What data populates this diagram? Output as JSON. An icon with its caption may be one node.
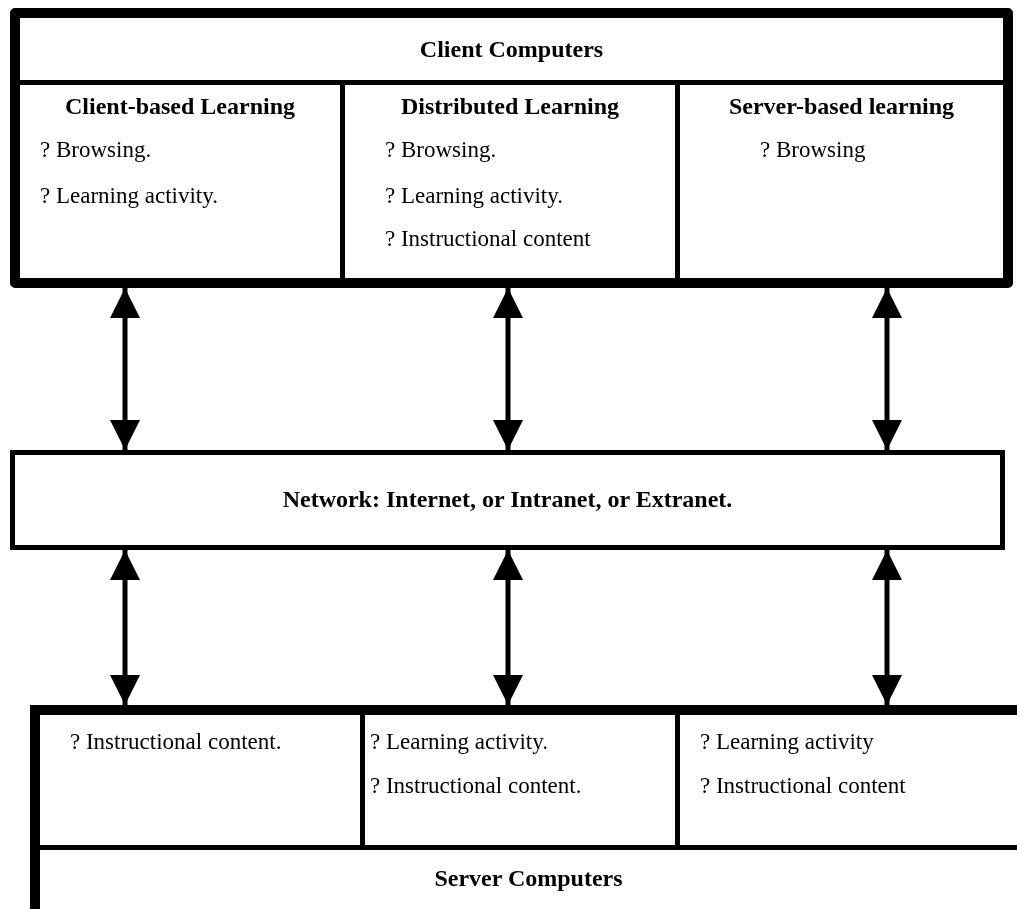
{
  "diagram": {
    "nodes": [
      {
        "text": [
          "Client Computers"
        ]
      },
      {
        "text": [
          "Client-based Learning",
          "? Browsing.",
          "? Learning activity."
        ],
        "in": 0
      },
      {
        "text": [
          "Distributed Learning",
          "? Browsing.",
          "? Learning activity.",
          "? Instructional content"
        ],
        "in": 0
      },
      {
        "text": [
          "Server-based learning",
          "? Browsing"
        ],
        "in": 0
      },
      {
        "text": [
          "Network: Internet, or Intranet, or Extranet."
        ]
      },
      {
        "text": [
          "Server Computers"
        ]
      },
      {
        "text": [
          "? Instructional content."
        ],
        "in": 5
      },
      {
        "text": [
          "? Learning activity.",
          "? Instructional content."
        ],
        "in": 5
      },
      {
        "text": [
          "? Learning activity",
          "? Instructional content"
        ],
        "in": 5
      }
    ],
    "edges": [
      {
        "from": 1,
        "to": 4,
        "arrow": "both"
      },
      {
        "from": 2,
        "to": 4,
        "arrow": "both"
      },
      {
        "from": 3,
        "to": 4,
        "arrow": "both"
      },
      {
        "from": 4,
        "to": 6,
        "arrow": "both"
      },
      {
        "from": 4,
        "to": 7,
        "arrow": "both"
      },
      {
        "from": 4,
        "to": 8,
        "arrow": "both"
      }
    ]
  }
}
